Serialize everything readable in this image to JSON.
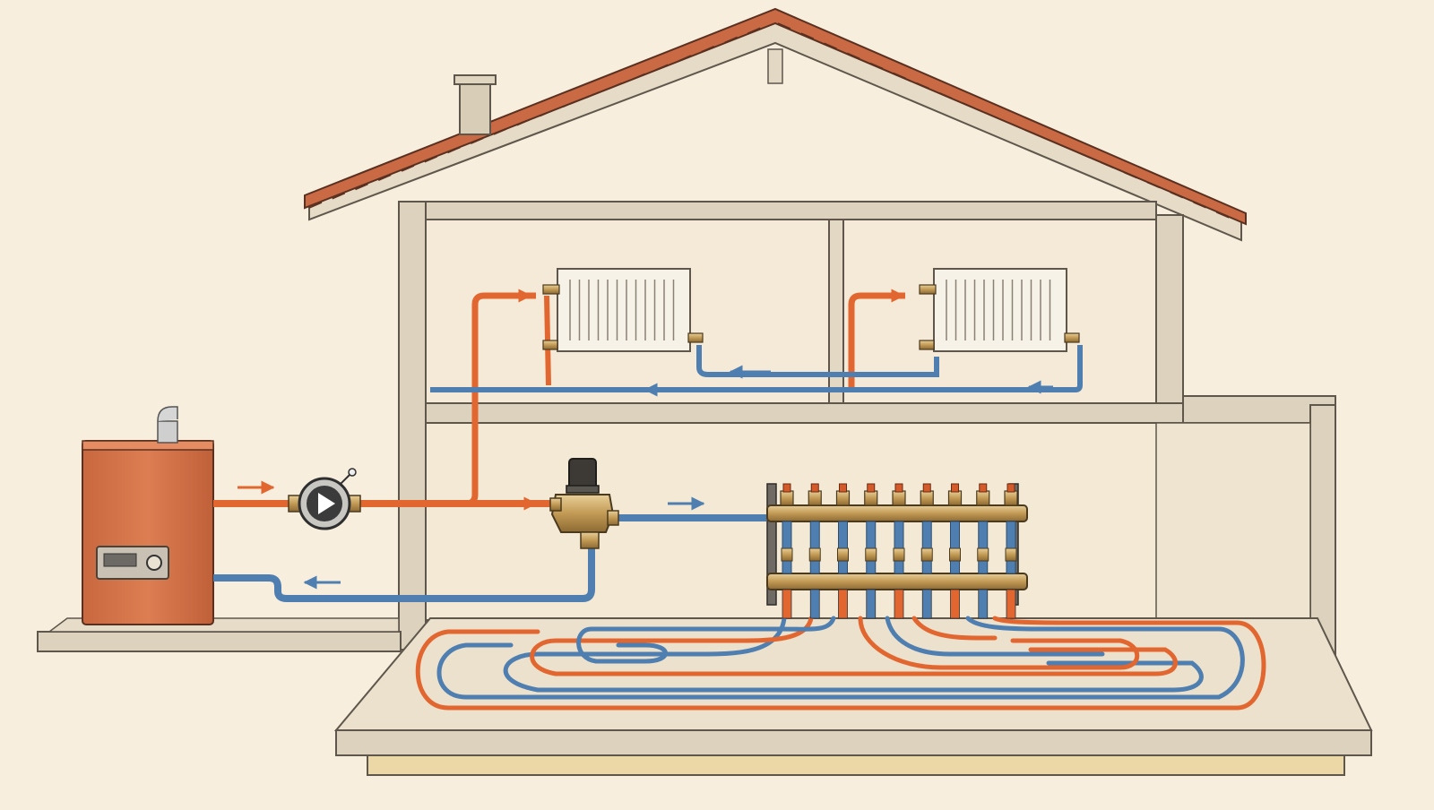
{
  "colors": {
    "background": "#f7eedd",
    "wall": "#ddd2bd",
    "wall_line": "#6e6558",
    "roof_tile": "#c96a44",
    "hot_pipe": "#e2662f",
    "cold_pipe": "#4f7fb0",
    "boiler": "#d9794d",
    "brass": "#c8a264",
    "radiator": "#f6f2e7"
  },
  "diagram": {
    "components": [
      {
        "id": "boiler",
        "icon": "boiler-icon"
      },
      {
        "id": "pump",
        "icon": "play-icon"
      },
      {
        "id": "mixing-valve",
        "icon": "valve-icon"
      },
      {
        "id": "manifold",
        "icon": "manifold-icon",
        "ports": 9
      },
      {
        "id": "radiator-left",
        "icon": "radiator-icon"
      },
      {
        "id": "radiator-right",
        "icon": "radiator-icon"
      },
      {
        "id": "underfloor-loop",
        "icon": "pipe-loop-icon"
      }
    ],
    "flows": [
      {
        "from": "boiler",
        "to": "pump",
        "pipe": "hot"
      },
      {
        "from": "pump",
        "to": "mixing-valve",
        "pipe": "hot"
      },
      {
        "from": "pump",
        "to": "radiator-left",
        "pipe": "hot"
      },
      {
        "from": "pump",
        "to": "radiator-right",
        "pipe": "hot"
      },
      {
        "from": "mixing-valve",
        "to": "manifold",
        "pipe": "cold"
      },
      {
        "from": "manifold",
        "to": "underfloor-loop",
        "pipe": "mixed"
      },
      {
        "from": "radiator-right",
        "to": "radiator-left",
        "pipe": "cold"
      },
      {
        "from": "mixing-valve",
        "to": "boiler",
        "pipe": "cold"
      }
    ]
  }
}
